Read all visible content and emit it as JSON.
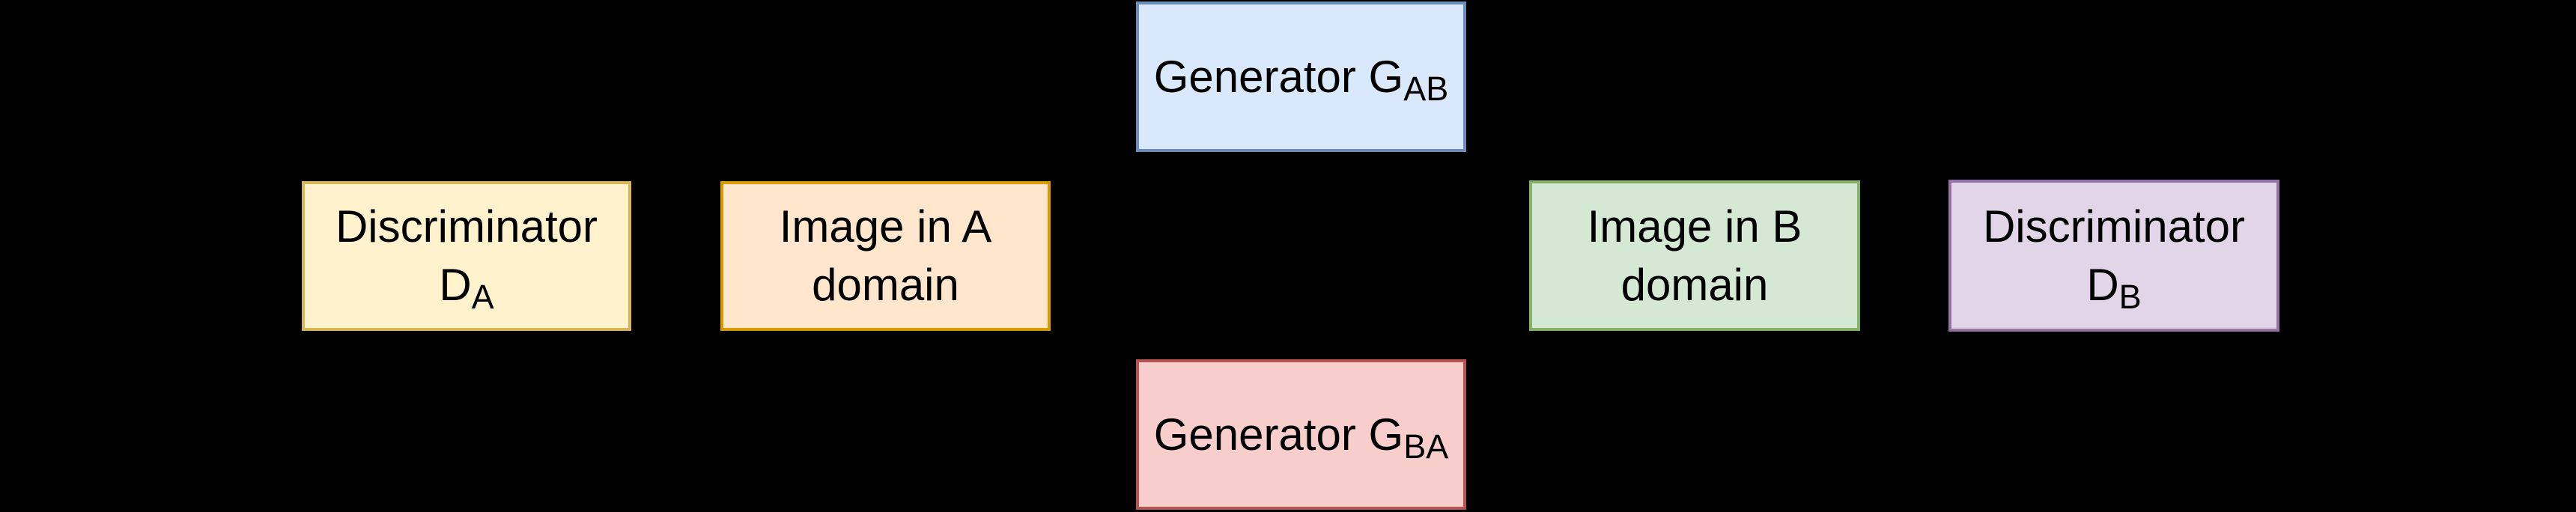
{
  "diagram": {
    "background_color": "#000000",
    "text_color": "#000000",
    "nodes": [
      {
        "name": "discriminator-a",
        "line1": "Discriminator",
        "symbol": "D",
        "subscript": "A",
        "fill_color": "#FFF2CC",
        "stroke_color": "#D6B656"
      },
      {
        "name": "image-a-domain",
        "line1": "Image in A",
        "line2": "domain",
        "fill_color": "#FFE6CC",
        "stroke_color": "#D79B00"
      },
      {
        "name": "generator-ab",
        "symbol": "Generator G",
        "subscript": "AB",
        "fill_color": "#DAE8FC",
        "stroke_color": "#6C8EBF"
      },
      {
        "name": "generator-ba",
        "symbol": "Generator G",
        "subscript": "BA",
        "fill_color": "#F8CECC",
        "stroke_color": "#B85450"
      },
      {
        "name": "image-b-domain",
        "line1": "Image in B",
        "line2": "domain",
        "fill_color": "#D5E8D4",
        "stroke_color": "#82B366"
      },
      {
        "name": "discriminator-b",
        "line1": "Discriminator",
        "symbol": "D",
        "subscript": "B",
        "fill_color": "#E1D5E7",
        "stroke_color": "#9673A6"
      }
    ]
  }
}
